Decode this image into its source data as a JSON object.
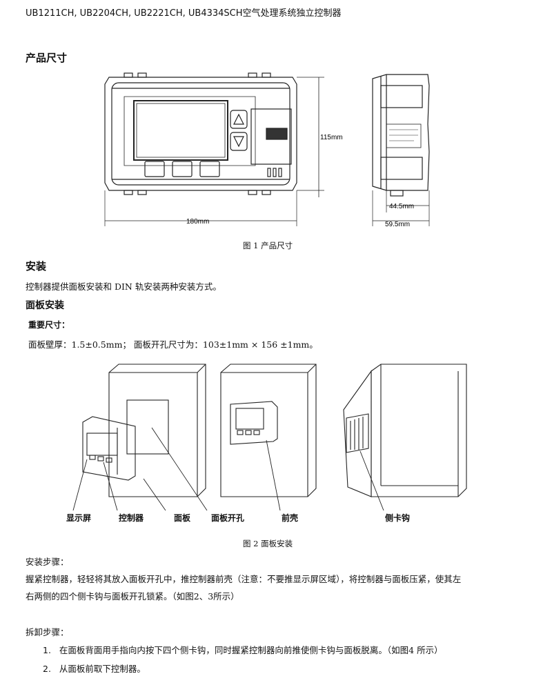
{
  "header": {
    "title": "UB1211CH, UB2204CH, UB2221CH, UB4334SCH空气处理系统独立控制器"
  },
  "section_dimensions": {
    "title": "产品尺寸",
    "dim_height": "115mm",
    "dim_width": "180mm",
    "dim_depth1": "44.5mm",
    "dim_depth2": "59.5mm",
    "caption": "图 1 产品尺寸"
  },
  "section_install": {
    "title": "安装",
    "intro": "控制器提供面板安装和 DIN 轨安装两种安装方式。"
  },
  "section_panel": {
    "title": "面板安装",
    "important_label": "重要尺寸：",
    "important_text": "面板壁厚：1.5±0.5mm；  面板开孔尺寸为：103±1mm × 156 ±1mm。",
    "labels": {
      "display": "显示屏",
      "controller": "控制器",
      "panel": "面板",
      "panel_hole": "面板开孔",
      "front_shell": "前壳",
      "side_hook": "侧卡钩"
    },
    "caption": "图 2 面板安装"
  },
  "steps": {
    "install_title": "安装步骤：",
    "install_text_1": "握紧控制器，轻轻将其放入面板开孔中，推控制器前壳（注意：不要推显示屏区域），将控制器与面板压紧，使其左",
    "install_text_2": "右两侧的四个侧卡钩与面板开孔锁紧。（如图2、3所示）",
    "remove_title": "拆卸步骤：",
    "remove_items": [
      {
        "num": "1.",
        "text": "在面板背面用手指向内按下四个侧卡钩，同时握紧控制器向前推使侧卡钩与面板脱离。（如图4 所示）"
      },
      {
        "num": "2.",
        "text": "从面板前取下控制器。"
      }
    ]
  }
}
